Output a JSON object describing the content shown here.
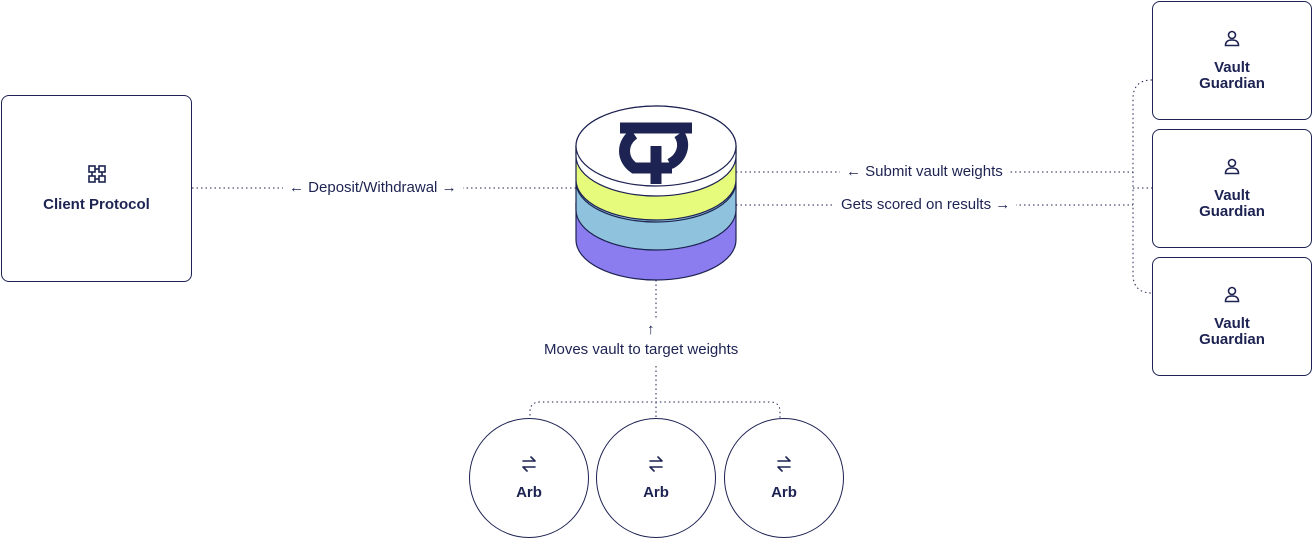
{
  "client": {
    "label": "Client Protocol",
    "icon": "grid-icon"
  },
  "edges": {
    "deposit": "Deposit/Withdrawal",
    "submit": "Submit vault weights",
    "scored": "Gets scored on results",
    "moves": "Moves vault to target weights"
  },
  "arrows": {
    "left": "←",
    "right": "→",
    "up": "↑"
  },
  "guardians": [
    {
      "line1": "Vault",
      "line2": "Guardian",
      "icon": "user-icon"
    },
    {
      "line1": "Vault",
      "line2": "Guardian",
      "icon": "user-icon"
    },
    {
      "line1": "Vault",
      "line2": "Guardian",
      "icon": "user-icon"
    }
  ],
  "arbs": [
    {
      "label": "Arb",
      "icon": "swap-arrows-icon"
    },
    {
      "label": "Arb",
      "icon": "swap-arrows-icon"
    },
    {
      "label": "Arb",
      "icon": "swap-arrows-icon"
    }
  ],
  "colors": {
    "ink": "#1d2352",
    "layer_top": "#ffffff",
    "layer_yellow": "#e6fa7c",
    "layer_blue": "#8fc3dd",
    "layer_purple": "#8b7cf0"
  }
}
